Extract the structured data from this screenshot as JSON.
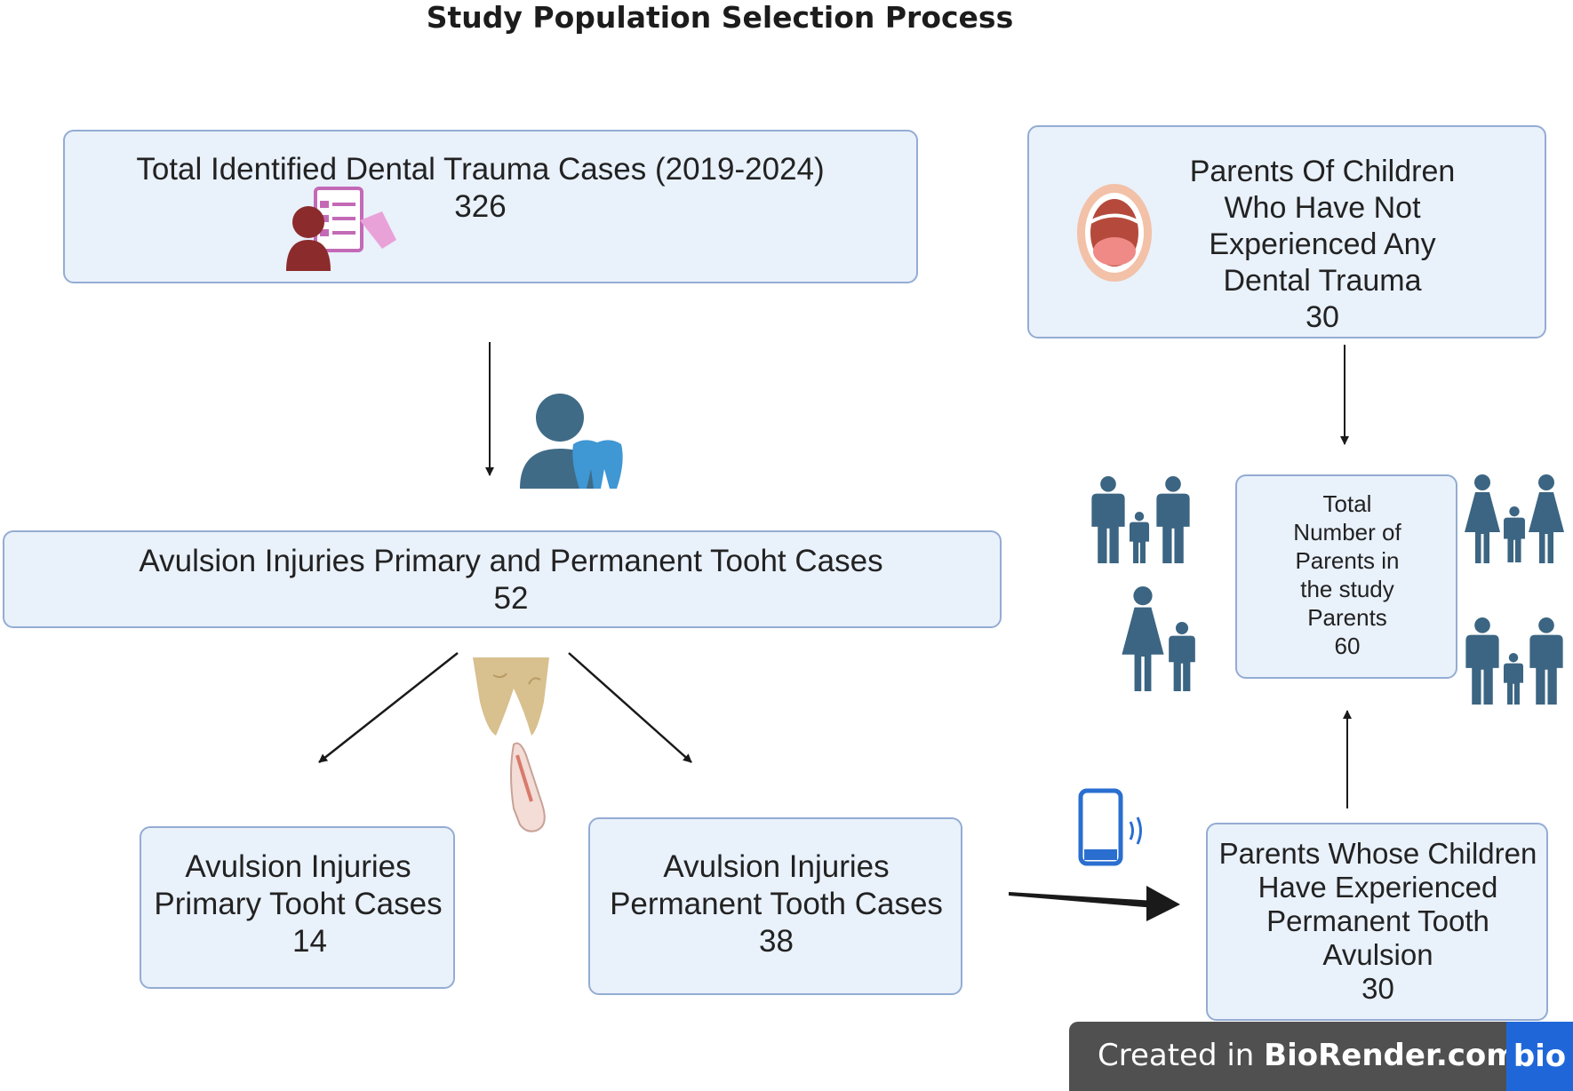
{
  "title": "Study Population Selection Process",
  "nodes": {
    "total_cases": {
      "label": "Total  Identified Dental Trauma Cases (2019-2024)",
      "count": "326"
    },
    "avulsion_all": {
      "label": "Avulsion Injuries Primary and Permanent Tooht  Cases",
      "count": "52"
    },
    "primary": {
      "lines": [
        "Avulsion Injuries",
        "Primary Tooht Cases"
      ],
      "count": "14"
    },
    "permanent": {
      "lines": [
        "Avulsion Injuries",
        "Permanent Tooth Cases"
      ],
      "count": "38"
    },
    "no_trauma_parents": {
      "lines": [
        "Parents Of Children",
        "Who Have Not",
        "Experienced Any",
        "Dental Trauma"
      ],
      "count": "30"
    },
    "total_parents": {
      "lines": [
        "Total",
        "Number of",
        "Parents in",
        "the  study",
        "Parents"
      ],
      "count": "60"
    },
    "avulsion_parents": {
      "lines": [
        "Parents Whose Children",
        "Have Experienced",
        "Permanent Tooth",
        "Avulsion"
      ],
      "count": "30"
    }
  },
  "footer": {
    "created_in": "Created in ",
    "brand": "BioRender.com",
    "logo": "bio"
  },
  "icons": [
    "clipboard-doctor-icon",
    "dentist-icon",
    "open-mouth-icon",
    "alveolar-socket-icon",
    "avulsed-tooth-icon",
    "smartphone-icon",
    "family-icon"
  ],
  "colors": {
    "box_fill": "#e9f1fb",
    "box_border": "#94acd3",
    "people": "#3b6582",
    "arrow": "#1a1a1a"
  }
}
